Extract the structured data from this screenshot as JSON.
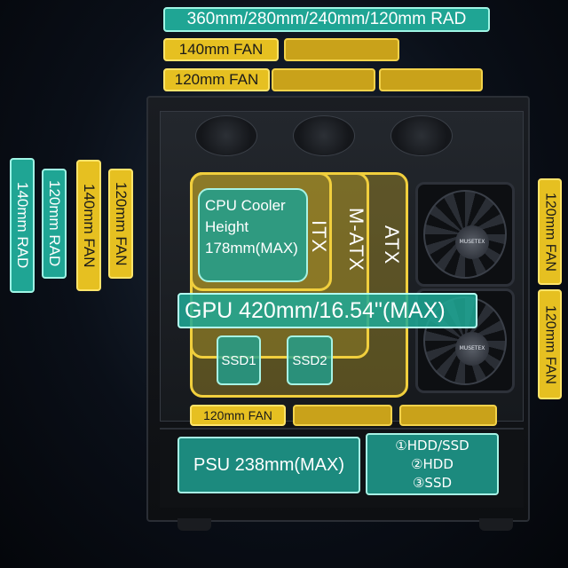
{
  "top": {
    "rad_label": "360mm/280mm/240mm/120mm RAD",
    "fan140_label": "140mm FAN",
    "fan120_label": "120mm FAN"
  },
  "left_side": {
    "rad140_label": "140mm RAD",
    "rad120_label": "120mm RAD",
    "fan140_label": "140mm FAN",
    "fan120_label": "120mm FAN"
  },
  "right_side": {
    "fan_top_label": "120mm FAN",
    "fan_bottom_label": "120mm FAN"
  },
  "interior": {
    "cpu_cooler": {
      "line1": "CPU Cooler",
      "line2": "Height",
      "line3": "178mm(MAX)"
    },
    "boards": {
      "itx": "ITX",
      "matx": "M-ATX",
      "atx": "ATX"
    },
    "gpu_label": "GPU 420mm/16.54\"(MAX)",
    "ssd1": "SSD1",
    "ssd2": "SSD2",
    "bottom_fan_label": "120mm FAN",
    "psu_label": "PSU 238mm(MAX)",
    "drives": {
      "line1": "①HDD/SSD",
      "line2": "②HDD",
      "line3": "③SSD"
    }
  },
  "fan_brand": "MUSETEX",
  "colors": {
    "yellow": "#e6c021",
    "teal": "#1fa594"
  }
}
